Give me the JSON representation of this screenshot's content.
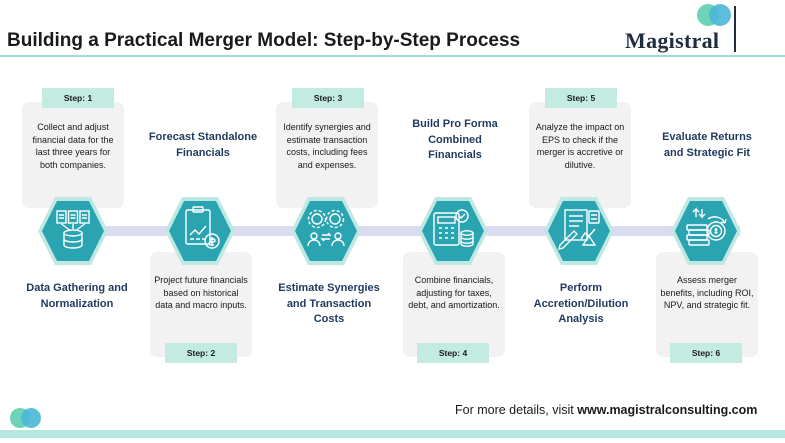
{
  "header": {
    "title": "Building a Practical Merger Model: Step-by-Step Process",
    "brand": "Magistral"
  },
  "steps": [
    {
      "step": "Step: 1",
      "title": "Data Gathering and Normalization",
      "description": "Collect and adjust financial data for the last three years for both companies.",
      "icon": "data-gathering-icon"
    },
    {
      "step": "Step: 2",
      "title": "Forecast Standalone Financials",
      "description": "Project future financials based on historical data and macro inputs.",
      "icon": "forecast-report-icon"
    },
    {
      "step": "Step: 3",
      "title": "Estimate Synergies and Transaction Costs",
      "description": "Identify synergies and estimate transaction costs, including fees and expenses.",
      "icon": "synergy-gears-icon"
    },
    {
      "step": "Step: 4",
      "title": "Build Pro Forma Combined Financials",
      "description": "Combine financials, adjusting for taxes, debt, and amortization.",
      "icon": "calculator-coins-icon"
    },
    {
      "step": "Step: 5",
      "title": "Perform Accretion/Dilution Analysis",
      "description": "Analyze the impact on EPS to check if the merger is accretive or dilutive.",
      "icon": "analysis-document-icon"
    },
    {
      "step": "Step: 6",
      "title": "Evaluate Returns and Strategic Fit",
      "description": "Assess merger benefits, including ROI, NPV, and strategic fit.",
      "icon": "money-returns-icon"
    }
  ],
  "footer": {
    "prefix": "For more details, visit ",
    "url": "www.magistralconsulting.com"
  },
  "colors": {
    "hex_fill": "#2aa4b1",
    "hex_border": "#bfe8e3",
    "step_tag": "#c3ebe2",
    "card": "#f2f2f2",
    "title_text": "#1e3a5f",
    "flow_line": "#dadcf1",
    "accent_bar": "#b6e7df"
  }
}
